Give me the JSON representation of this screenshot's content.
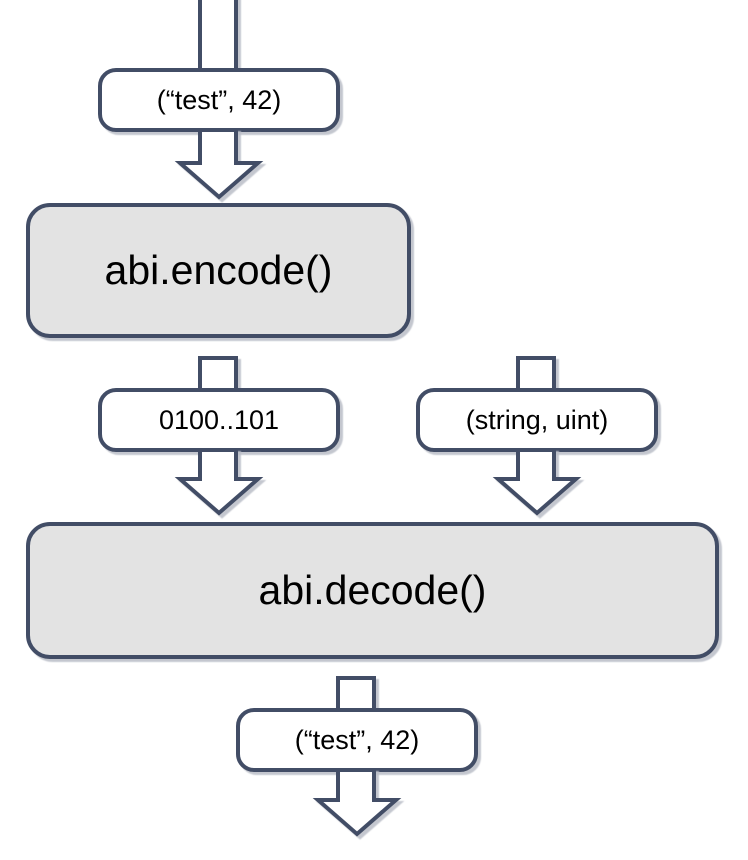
{
  "diagram": {
    "title": "abi encode decode flow",
    "colors": {
      "stroke": "#434e66",
      "process_fill": "#e3e3e3",
      "data_fill": "#ffffff",
      "shadow": "#c9ccd4",
      "text": "#000000",
      "background": "#ffffff"
    },
    "nodes": {
      "input_tuple": {
        "label": "(“test”, 42)"
      },
      "encode": {
        "label": "abi.encode()"
      },
      "encoded_bytes": {
        "label": "0100..101"
      },
      "types_tuple": {
        "label": "(string, uint)"
      },
      "decode": {
        "label": "abi.decode()"
      },
      "output_tuple": {
        "label": "(“test”, 42)"
      }
    },
    "connectors": {
      "top_stem": "stem-into-input-tuple",
      "input_to_encode": "block-arrow-down",
      "encode_to_encoded": "stem-down",
      "encoded_to_decode": "block-arrow-down",
      "types_stem": "stem-down",
      "types_to_decode": "block-arrow-down",
      "decode_to_output": "stem-down",
      "output_out": "block-arrow-down"
    }
  }
}
